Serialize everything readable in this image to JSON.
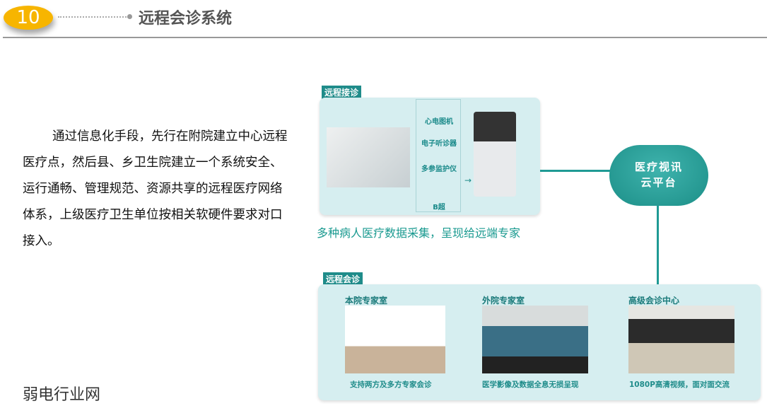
{
  "header": {
    "number": "10",
    "title": "远程会诊系统"
  },
  "body_text": "通过信息化手段，先行在附院建立中心远程医疗点，然后县、乡卫生院建立一个系统安全、运行通畅、管理规范、资源共享的远程医疗网络体系，上级医疗卫生单位按相关软硬件要求对口接入。",
  "remote_visit": {
    "tag": "远程接诊",
    "devices": [
      "心电图机",
      "电子听诊器",
      "多参监护仪",
      "B超"
    ],
    "caption": "多种病人医疗数据采集，呈现给远端专家"
  },
  "cloud": {
    "line1": "医疗视讯",
    "line2": "云平台"
  },
  "consultation": {
    "tag": "远程会诊",
    "rooms": [
      {
        "title": "本院专家室",
        "caption": "支持两方及多方专家会诊"
      },
      {
        "title": "外院专家室",
        "caption": "医学影像及数据全息无损呈现"
      },
      {
        "title": "高级会诊中心",
        "caption": "1080P高清视频，面对面交流"
      }
    ]
  },
  "watermark": "弱电行业网",
  "colors": {
    "accent": "#1f8c8a",
    "badge": "#f7b500"
  }
}
